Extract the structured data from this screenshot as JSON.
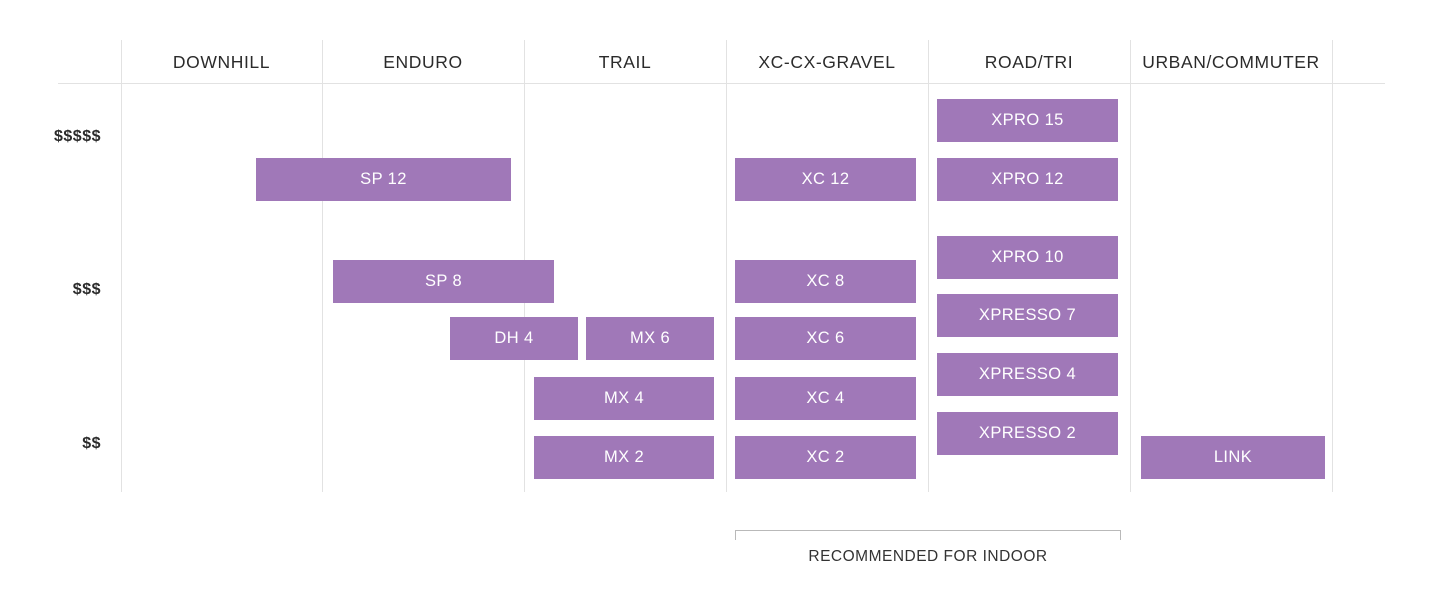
{
  "chart_data": {
    "type": "bar",
    "title": "",
    "xlabel": "",
    "ylabel": "",
    "grid": true,
    "legend_position": "none",
    "categories": [
      "DOWNHILL",
      "ENDURO",
      "TRAIL",
      "XC-CX-GRAVEL",
      "ROAD/TRI",
      "URBAN/COMMUTER"
    ],
    "price_tiers": [
      "$$$$$",
      "$$$",
      "$$"
    ],
    "annotation": "RECOMMENDED FOR INDOOR",
    "annotation_spans": [
      "XC-CX-GRAVEL",
      "ROAD/TRI"
    ],
    "bar_color": "#a078b8",
    "bar_text_color": "#ffffff",
    "gridline_color": "#e2e2e2",
    "items": [
      {
        "label": "SP 12",
        "categories": [
          "DOWNHILL",
          "ENDURO"
        ],
        "tier": "$$$$$"
      },
      {
        "label": "SP 8",
        "categories": [
          "ENDURO",
          "TRAIL"
        ],
        "tier": "$$$"
      },
      {
        "label": "DH 4",
        "categories": [
          "ENDURO",
          "TRAIL"
        ],
        "tier": "$$$-"
      },
      {
        "label": "MX 6",
        "categories": [
          "TRAIL"
        ],
        "tier": "$$$-"
      },
      {
        "label": "MX 4",
        "categories": [
          "TRAIL"
        ],
        "tier": "$$+"
      },
      {
        "label": "MX 2",
        "categories": [
          "TRAIL"
        ],
        "tier": "$$"
      },
      {
        "label": "XC 12",
        "categories": [
          "XC-CX-GRAVEL"
        ],
        "tier": "$$$$$"
      },
      {
        "label": "XC 8",
        "categories": [
          "XC-CX-GRAVEL"
        ],
        "tier": "$$$"
      },
      {
        "label": "XC 6",
        "categories": [
          "XC-CX-GRAVEL"
        ],
        "tier": "$$$-"
      },
      {
        "label": "XC 4",
        "categories": [
          "XC-CX-GRAVEL"
        ],
        "tier": "$$+"
      },
      {
        "label": "XC 2",
        "categories": [
          "XC-CX-GRAVEL"
        ],
        "tier": "$$"
      },
      {
        "label": "XPRO 15",
        "categories": [
          "ROAD/TRI"
        ],
        "tier": "$$$$$+"
      },
      {
        "label": "XPRO 12",
        "categories": [
          "ROAD/TRI"
        ],
        "tier": "$$$$$"
      },
      {
        "label": "XPRO 10",
        "categories": [
          "ROAD/TRI"
        ],
        "tier": "$$$$"
      },
      {
        "label": "XPRESSO 7",
        "categories": [
          "ROAD/TRI"
        ],
        "tier": "$$$"
      },
      {
        "label": "XPRESSO 4",
        "categories": [
          "ROAD/TRI"
        ],
        "tier": "$$$-"
      },
      {
        "label": "XPRESSO 2",
        "categories": [
          "ROAD/TRI"
        ],
        "tier": "$$"
      },
      {
        "label": "LINK",
        "categories": [
          "URBAN/COMMUTER"
        ],
        "tier": "$$"
      }
    ]
  },
  "columns": [
    {
      "label": "DOWNHILL"
    },
    {
      "label": "ENDURO"
    },
    {
      "label": "TRAIL"
    },
    {
      "label": "XC-CX-GRAVEL"
    },
    {
      "label": "ROAD/TRI"
    },
    {
      "label": "URBAN/COMMUTER"
    }
  ],
  "tiers": [
    {
      "label": "$$$$$"
    },
    {
      "label": "$$$"
    },
    {
      "label": "$$"
    }
  ],
  "bars": [
    {
      "label": "SP 12"
    },
    {
      "label": "SP 8"
    },
    {
      "label": "DH 4"
    },
    {
      "label": "MX 6"
    },
    {
      "label": "MX 4"
    },
    {
      "label": "MX 2"
    },
    {
      "label": "XC 12"
    },
    {
      "label": "XC 8"
    },
    {
      "label": "XC 6"
    },
    {
      "label": "XC 4"
    },
    {
      "label": "XC 2"
    },
    {
      "label": "XPRO 15"
    },
    {
      "label": "XPRO 12"
    },
    {
      "label": "XPRO 10"
    },
    {
      "label": "XPRESSO 7"
    },
    {
      "label": "XPRESSO 4"
    },
    {
      "label": "XPRESSO 2"
    },
    {
      "label": "LINK"
    }
  ],
  "annotation": {
    "label": "RECOMMENDED FOR INDOOR"
  }
}
